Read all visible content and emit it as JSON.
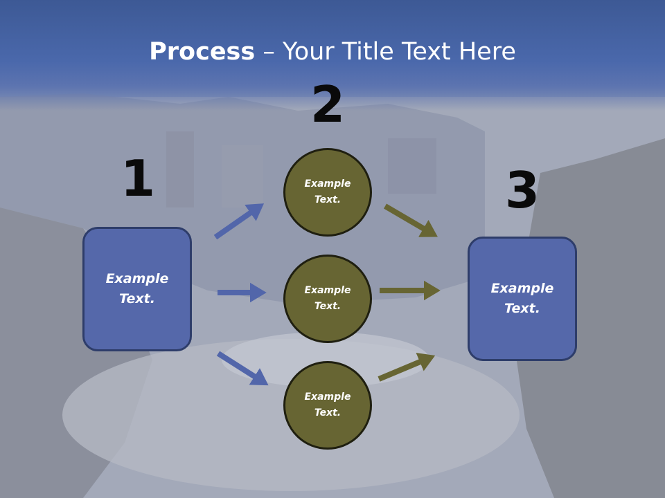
{
  "title": {
    "bold": "Process",
    "rest": " – Your Title Text Here"
  },
  "steps": [
    {
      "number": "1",
      "text_line1": "Example",
      "text_line2": "Text."
    },
    {
      "number": "2"
    },
    {
      "number": "3",
      "text_line1": "Example",
      "text_line2": "Text."
    }
  ],
  "circles": [
    {
      "text_line1": "Example",
      "text_line2": "Text."
    },
    {
      "text_line1": "Example",
      "text_line2": "Text."
    },
    {
      "text_line1": "Example",
      "text_line2": "Text."
    }
  ],
  "colors": {
    "box": "#5568aa",
    "circle": "#676533",
    "arrow_blue": "#5266aa",
    "arrow_olive": "#676533"
  }
}
